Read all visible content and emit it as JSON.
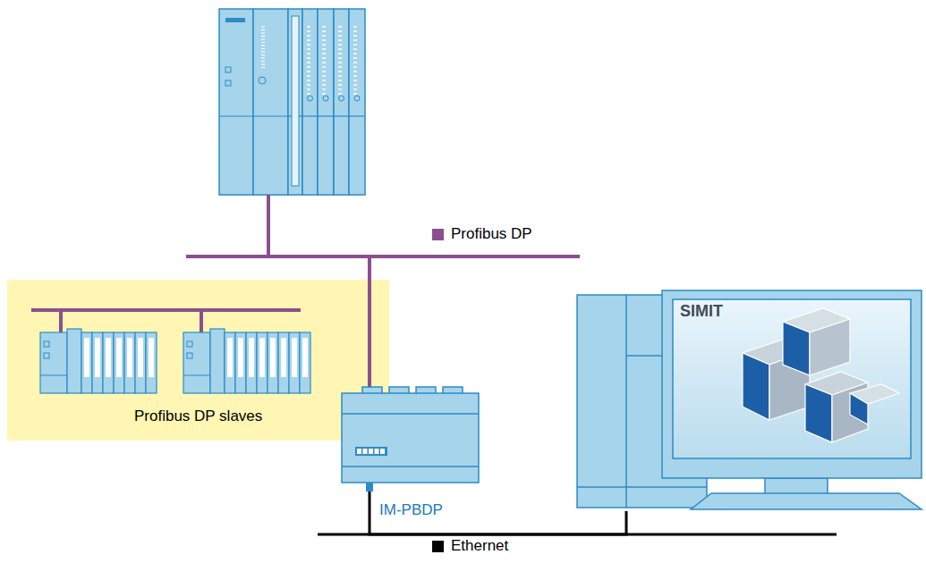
{
  "diagram": {
    "nodes": [
      {
        "text": [
          "Profibus DP slaves"
        ]
      },
      {
        "text": [
          "IM-PBDP"
        ]
      },
      {
        "text": [
          "SIMIT"
        ]
      }
    ],
    "edges": [
      {
        "from": 1,
        "to": 2,
        "arrow": "none"
      }
    ],
    "legend": [
      {
        "text": "Profibus DP",
        "color": "#8b4f8e"
      },
      {
        "text": "Ethernet",
        "color": "#000000"
      }
    ]
  }
}
